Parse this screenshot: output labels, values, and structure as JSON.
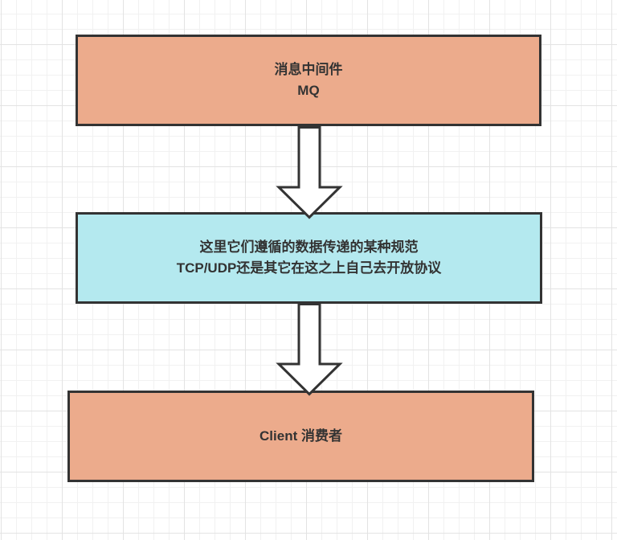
{
  "canvas": {
    "background_color": "#ffffff",
    "grid_minor_color": "#f1f1f1",
    "grid_major_color": "#e3e3e3"
  },
  "diagram": {
    "nodes": [
      {
        "id": "mq",
        "lines": {
          "0": "消息中间件",
          "1": "MQ"
        },
        "fill": "#ecab8c",
        "border_color": "#333333",
        "text_color": "#333333"
      },
      {
        "id": "protocol",
        "lines": {
          "0": "这里它们遵循的数据传递的某种规范",
          "1": "TCP/UDP还是其它在这之上自己去开放协议"
        },
        "fill": "#b4e9ef",
        "border_color": "#333333",
        "text_color": "#333333"
      },
      {
        "id": "client",
        "lines": {
          "0": "Client 消费者"
        },
        "fill": "#ecab8c",
        "border_color": "#333333",
        "text_color": "#333333"
      }
    ],
    "connectors": [
      {
        "from": "mq",
        "to": "protocol",
        "type": "block-arrow",
        "direction": "down",
        "fill": "#ffffff",
        "stroke": "#333333"
      },
      {
        "from": "protocol",
        "to": "client",
        "type": "block-arrow",
        "direction": "down",
        "fill": "#ffffff",
        "stroke": "#333333"
      }
    ]
  }
}
